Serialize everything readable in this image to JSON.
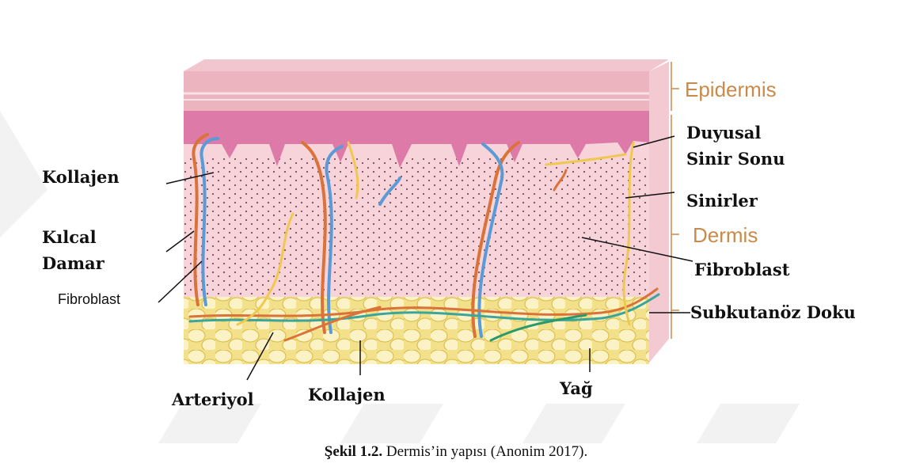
{
  "labels": {
    "epidermis": "Epidermis",
    "duyusal_1": "Duyusal",
    "duyusal_2": "Sinir Sonu",
    "sinirler": "Sinirler",
    "dermis": "Dermis",
    "fibroblast_right": "Fibroblast",
    "subkutanoz": "Subkutanöz Doku",
    "kollajen_left": "Kollajen",
    "kilcal_1": "Kılcal",
    "kilcal_2": "Damar",
    "fibroblast_left": "Fibroblast",
    "arteriyol": "Arteriyol",
    "kollajen_bottom": "Kollajen",
    "yag": "Yağ"
  },
  "caption": {
    "bold": "Şekil 1.2.",
    "text": " Dermis’in yapısı (Anonim 2017)."
  },
  "colors": {
    "epidermis": "#ecb8c0",
    "pink_band": "#e07aa8",
    "dermis": "#f7d0d8",
    "fat": "#f0dc70",
    "artery": "#d9733a",
    "vein": "#5a9ad6",
    "nerve": "#f0c850",
    "label_orange": "#c98a4a"
  }
}
